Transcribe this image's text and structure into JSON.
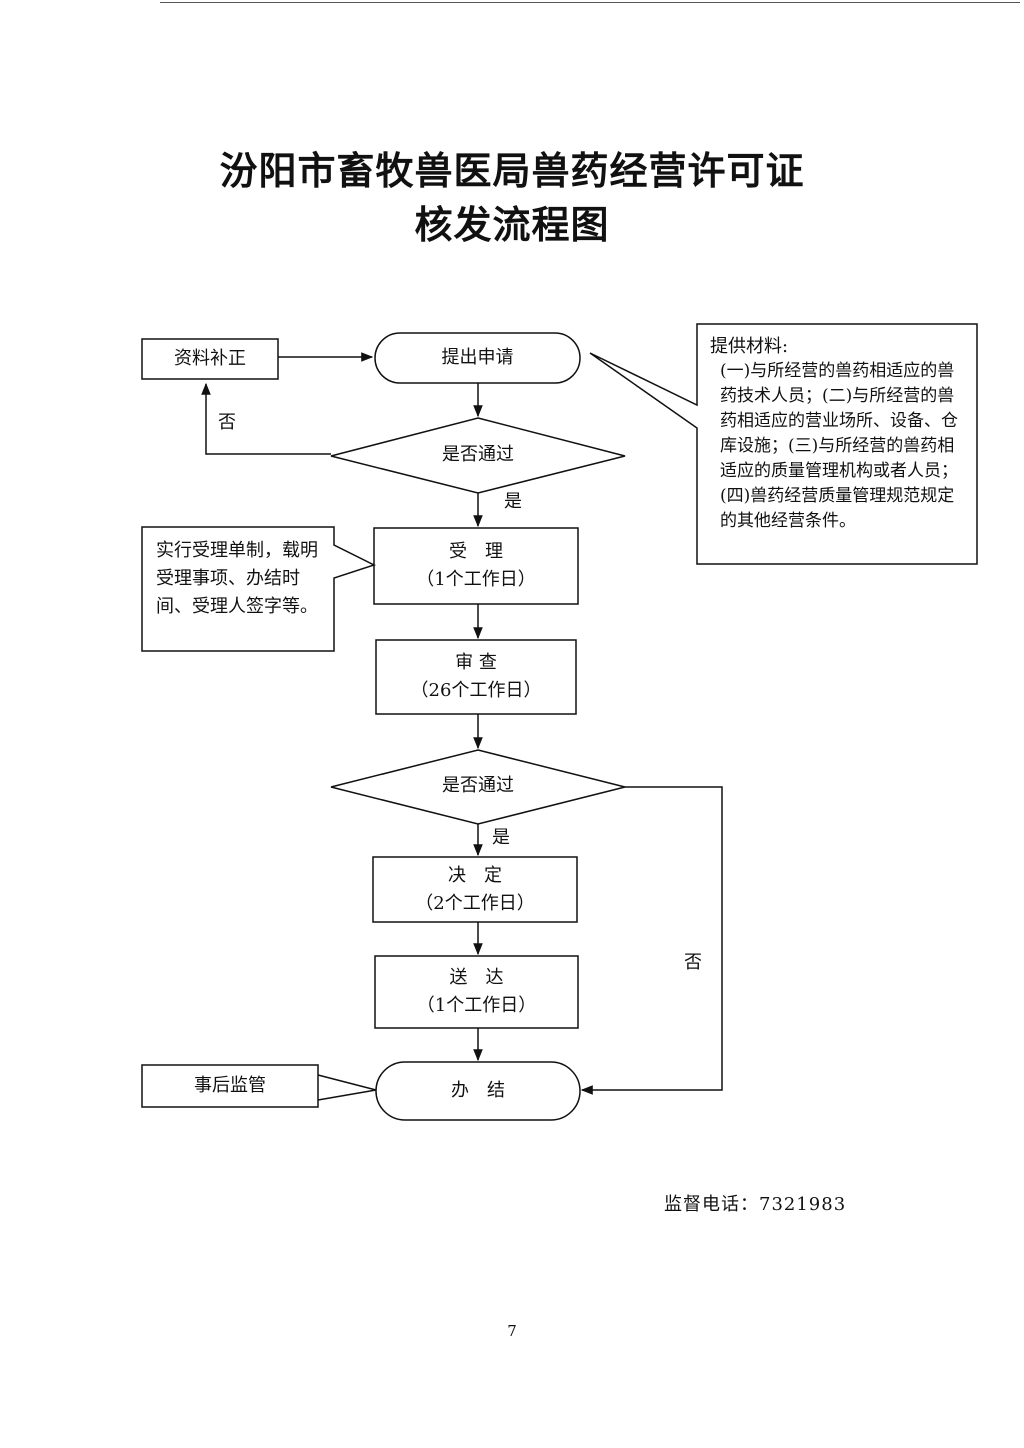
{
  "title": {
    "line1": "汾阳市畜牧兽医局兽药经营许可证",
    "line2": "核发流程图"
  },
  "nodes": {
    "supplement": "资料补正",
    "apply": "提出申请",
    "decision1": "是否通过",
    "accept": {
      "label": "受　理",
      "days": "（1个工作日）"
    },
    "review": {
      "label": "审 查",
      "days": "（26个工作日）"
    },
    "decision2": "是否通过",
    "decide": {
      "label": "决　定",
      "days": "（2个工作日）"
    },
    "deliver": {
      "label": "送　达",
      "days": "（1个工作日）"
    },
    "finish": "办　结",
    "supervise": "事后监管"
  },
  "branch_labels": {
    "no1": "否",
    "yes1": "是",
    "yes2": "是",
    "no2": "否"
  },
  "notes": {
    "materials": {
      "head": "提供材料:",
      "body": "(一)与所经营的兽药相适应的兽药技术人员；(二)与所经营的兽药相适应的营业场所、设备、仓库设施；(三)与所经营的兽药相适应的质量管理机构或者人员；(四)兽药经营质量管理规范规定的其他经营条件。"
    },
    "accept_note": "实行受理单制，载明受理事项、办结时间、受理人签字等。"
  },
  "footer": {
    "phone": "监督电话：7321983",
    "page": "7"
  }
}
